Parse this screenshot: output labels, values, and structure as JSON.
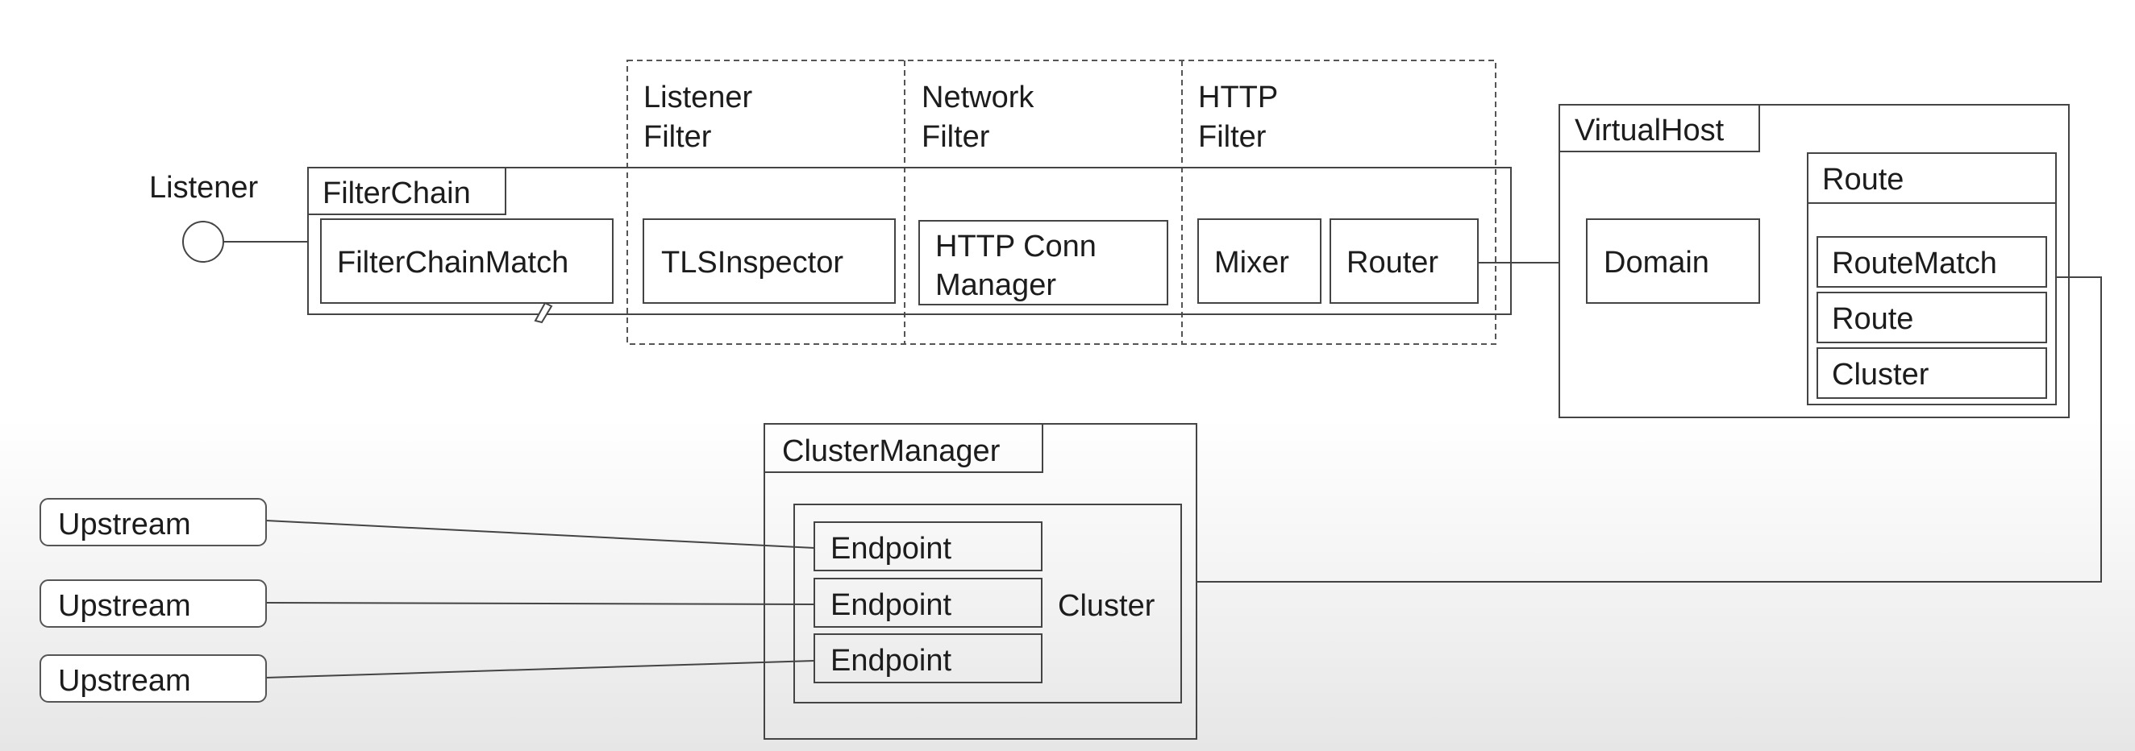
{
  "listener": {
    "label": "Listener"
  },
  "filter_stages": [
    {
      "line1": "Listener",
      "line2": "Filter"
    },
    {
      "line1": "Network",
      "line2": "Filter"
    },
    {
      "line1": "HTTP",
      "line2": "Filter"
    }
  ],
  "filter_chain": {
    "label": "FilterChain",
    "match": "FilterChainMatch",
    "tls_inspector": "TLSInspector",
    "http_conn_manager": {
      "line1": "HTTP Conn",
      "line2": "Manager"
    },
    "mixer": "Mixer",
    "router": "Router"
  },
  "virtual_host": {
    "label": "VirtualHost",
    "domain": "Domain",
    "route": {
      "label": "Route",
      "items": [
        "RouteMatch",
        "Route",
        "Cluster"
      ]
    }
  },
  "cluster_manager": {
    "label": "ClusterManager",
    "cluster_label": "Cluster",
    "endpoints": [
      "Endpoint",
      "Endpoint",
      "Endpoint"
    ]
  },
  "upstreams": [
    "Upstream",
    "Upstream",
    "Upstream"
  ]
}
